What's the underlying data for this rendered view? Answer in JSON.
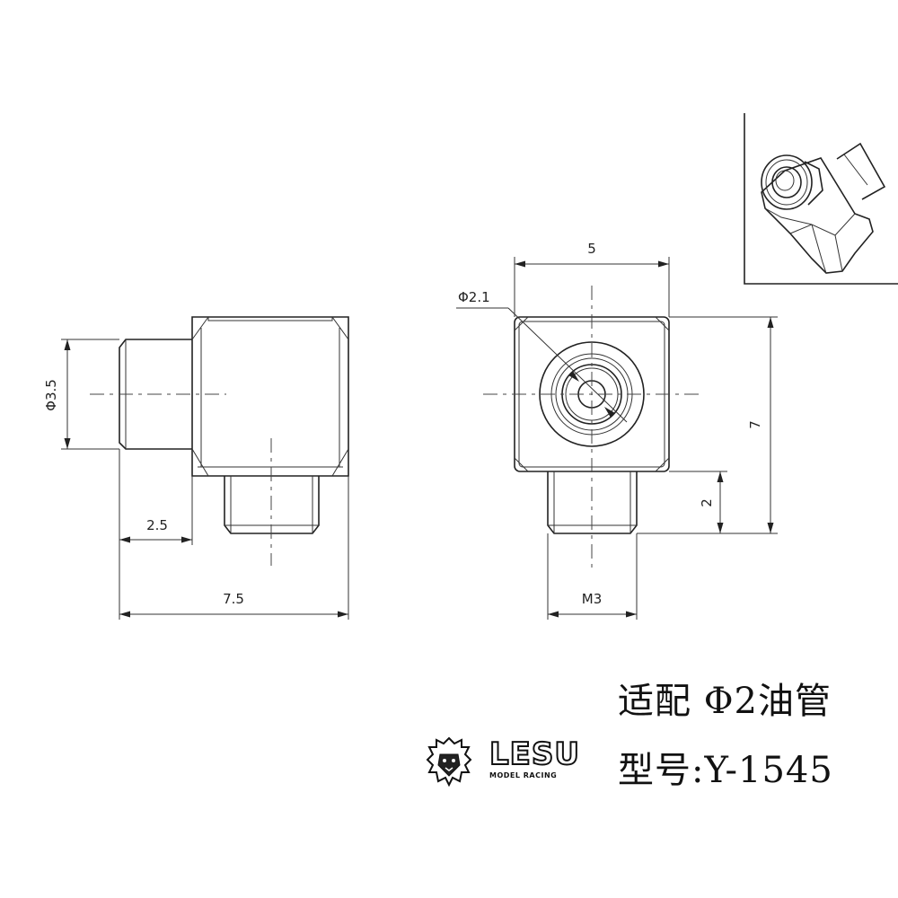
{
  "dimensions": {
    "side_diameter": "Φ3.5",
    "side_length_short": "2.5",
    "side_length_total": "7.5",
    "front_width": "5",
    "front_bore": "Φ2.1",
    "front_height": "7",
    "front_thread_length": "2",
    "front_thread": "M3"
  },
  "caption": {
    "fit_text": "适配 Φ2油管",
    "model_text": "型号:Y-1545"
  },
  "brand": {
    "name": "LESU",
    "tagline": "MODEL RACING"
  },
  "icons": {
    "logo": "lion-head-icon"
  }
}
